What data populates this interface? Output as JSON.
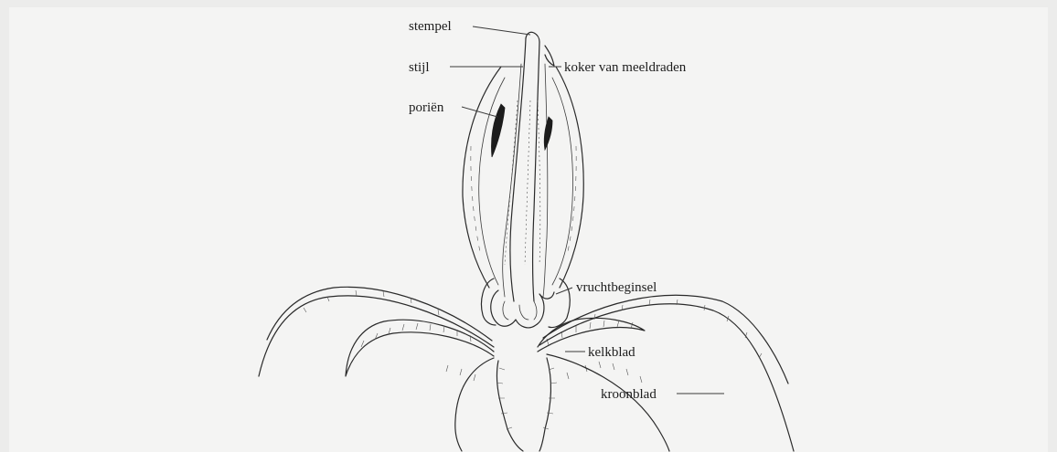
{
  "labels": {
    "stempel": "stempel",
    "stijl": "stijl",
    "porien": "poriën",
    "koker": "koker van meeldraden",
    "vruchtbeginsel": "vruchtbeginsel",
    "kelkblad": "kelkblad",
    "kroonblad": "kroonblad"
  }
}
